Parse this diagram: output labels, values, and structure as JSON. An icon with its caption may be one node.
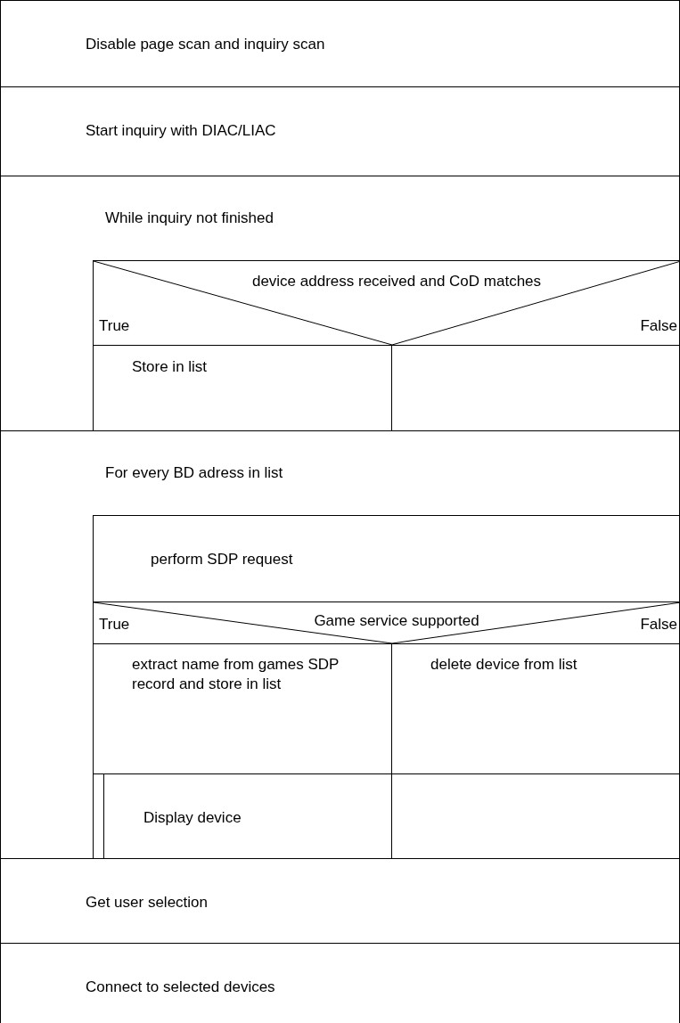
{
  "diagram": {
    "nodes": [
      {
        "text": [
          "Disable page scan and inquiry scan"
        ]
      },
      {
        "text": [
          "Start inquiry with DIAC/LIAC"
        ]
      },
      {
        "text": [
          "While inquiry not finished"
        ]
      },
      {
        "text": [
          "device address received and CoD matches",
          "True",
          "False"
        ],
        "in": 2
      },
      {
        "text": [
          "Store in list"
        ],
        "in": 2
      },
      {
        "text": [
          "For every BD adress in list"
        ]
      },
      {
        "text": [
          "perform SDP request"
        ],
        "in": 5
      },
      {
        "text": [
          "True",
          "Game service supported",
          "False"
        ],
        "in": 5
      },
      {
        "text": [
          "extract name from games SDP record and store in list"
        ],
        "in": 5
      },
      {
        "text": [
          "delete device from list"
        ],
        "in": 5
      },
      {
        "text": [
          "Display device"
        ],
        "in": 5
      },
      {
        "text": [
          "Get user selection"
        ]
      },
      {
        "text": [
          "Connect to selected devices"
        ]
      }
    ]
  }
}
